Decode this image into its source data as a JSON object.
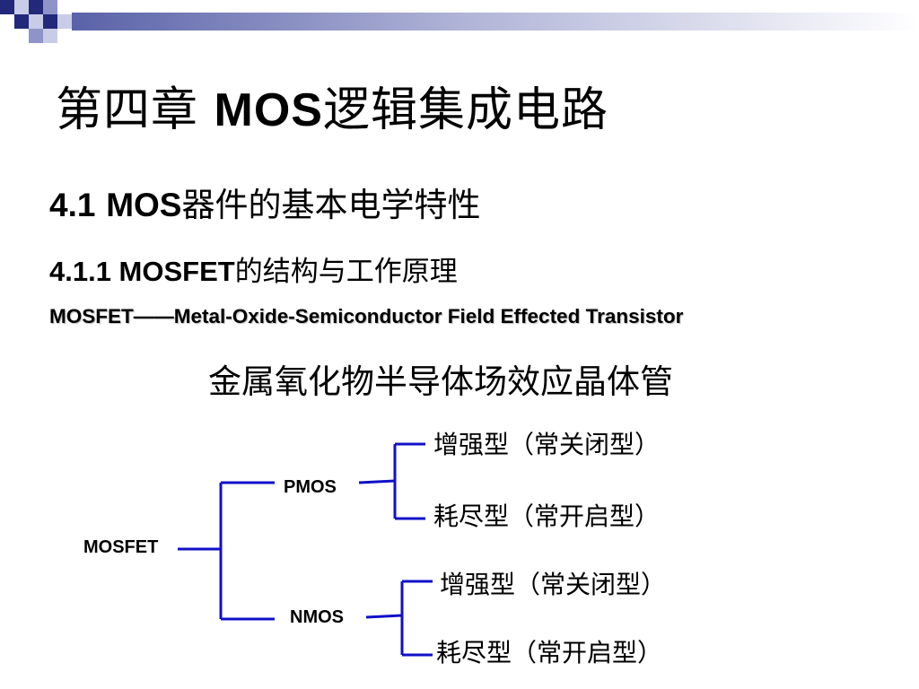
{
  "slide": {
    "title_cn": "第四章",
    "title_latin": "MOS",
    "title_cn_rest": "逻辑集成电路",
    "section_number": "4.1",
    "section_latin": "MOS",
    "section_cn": "器件的基本电学特性",
    "subsection_latin": "4.1.1 MOSFET",
    "subsection_cn": "的结构与工作原理",
    "fullname": "MOSFET——Metal-Oxide-Semiconductor Field Effected Transistor",
    "cn_name": "金属氧化物半导体场效应晶体管"
  },
  "tree": {
    "root": "MOSFET",
    "branch_p": "PMOS",
    "branch_n": "NMOS",
    "p_enhancement": "增强型（常关闭型）",
    "p_depletion": "耗尽型（常开启型）",
    "n_enhancement": "增强型（常关闭型）",
    "n_depletion": "耗尽型（常开启型）",
    "line_color": "#1010c8"
  },
  "theme": {
    "deco_dark": "#202a78",
    "deco_mid": "#6a72b4",
    "deco_light": "#c8cce4"
  }
}
